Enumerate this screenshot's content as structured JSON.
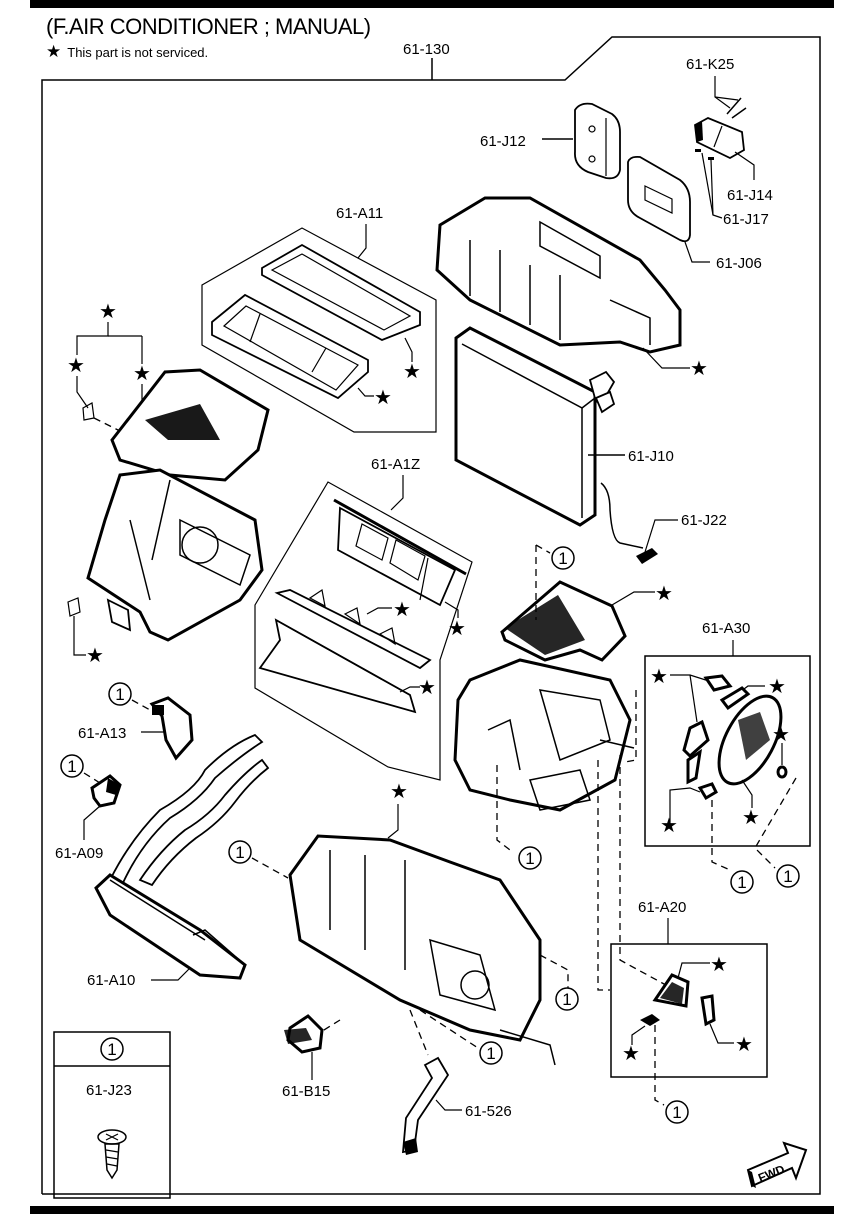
{
  "header": {
    "title": "(F.AIR CONDITIONER ; MANUAL)",
    "note_icon": "star-icon",
    "note_text": "This part is not serviced."
  },
  "symbols": {
    "not_serviced": "★",
    "ref_1": "1"
  },
  "parts": {
    "assembly": "61-130",
    "k25": "61-K25",
    "j12": "61-J12",
    "j14": "61-J14",
    "j17": "61-J17",
    "j06": "61-J06",
    "a11": "61-A11",
    "j10": "61-J10",
    "j22": "61-J22",
    "a1z": "61-A1Z",
    "a30": "61-A30",
    "a13": "61-A13",
    "a09": "61-A09",
    "a20": "61-A20",
    "a10": "61-A10",
    "b15": "61-B15",
    "p526": "61-526"
  },
  "legend_box": {
    "ref": "1",
    "part": "61-J23",
    "icon": "screw-icon"
  },
  "direction_badge": {
    "label": "FWD",
    "icon": "forward-arrow-icon"
  }
}
